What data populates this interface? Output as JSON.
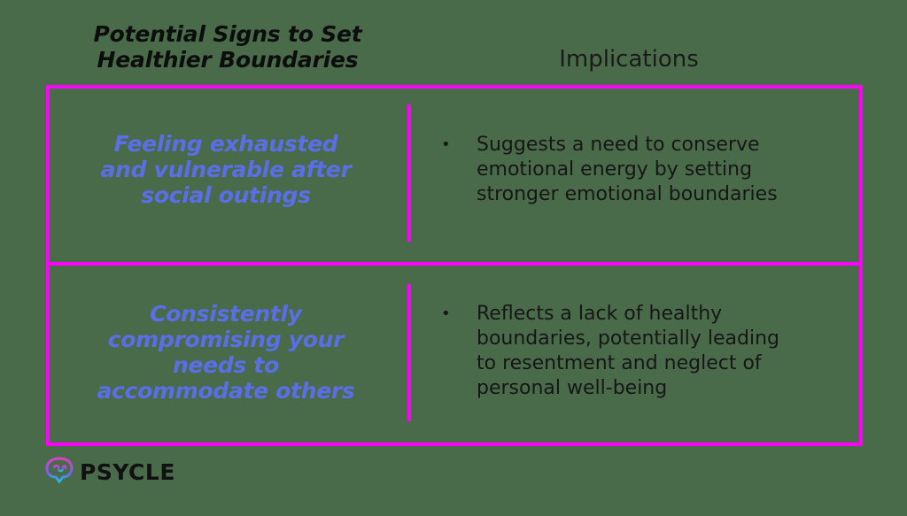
{
  "header": {
    "left_title_line1": "Potential Signs to Set",
    "left_title_line2": "Healthier Boundaries",
    "right_title": "Implications"
  },
  "rows": [
    {
      "sign_lines": [
        "Feeling exhausted",
        "and vulnerable after",
        "social outings"
      ],
      "implication_lines": [
        "Suggests a need to conserve",
        "emotional energy by setting",
        "stronger emotional boundaries"
      ]
    },
    {
      "sign_lines": [
        "Consistently",
        "compromising your",
        "needs to",
        "accommodate others"
      ],
      "implication_lines": [
        "Reflects a lack of healthy",
        "boundaries, potentially leading",
        "to resentment and neglect of",
        "personal well-being"
      ]
    }
  ],
  "bullet": "•",
  "logo": {
    "text": "PSYCLE",
    "icon": "brain-heart-icon"
  },
  "colors": {
    "background": "#4a6b4a",
    "border": "#ff00ff",
    "sign_text": "#5a6ee8"
  }
}
